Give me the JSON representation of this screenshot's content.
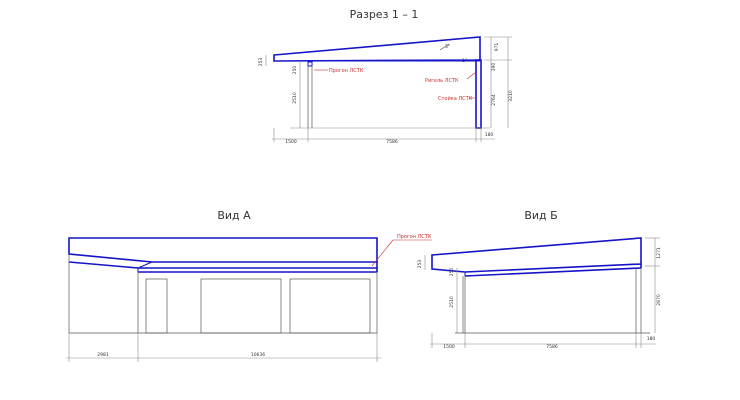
{
  "section_title": "Разрез 1 – 1",
  "view_a_title": "Вид А",
  "view_b_title": "Вид Б",
  "labels": {
    "purlin": "Прогон ЛСТК",
    "beam": "Ригель ЛСТК",
    "post": "Стойка ЛСТК",
    "purlin_a": "Прогон ЛСТК"
  },
  "section_dims": {
    "left_overhang": "1500",
    "span": "7586",
    "post_width": "180",
    "height_left": "2510",
    "beam_h": "250",
    "roof_left": "253",
    "right_top": "971",
    "right_mid": "390",
    "right_lower": "2764",
    "right_total": "3210",
    "angle": "3°",
    "angle2": "1°"
  },
  "view_a_dims": {
    "left": "2981",
    "right": "10636"
  },
  "view_b_dims": {
    "left_overhang": "1500",
    "span": "7586",
    "post_width": "180",
    "roof_left": "253",
    "beam_h": "250",
    "height_left": "2510",
    "right_top": "1271",
    "right_height": "2870"
  }
}
